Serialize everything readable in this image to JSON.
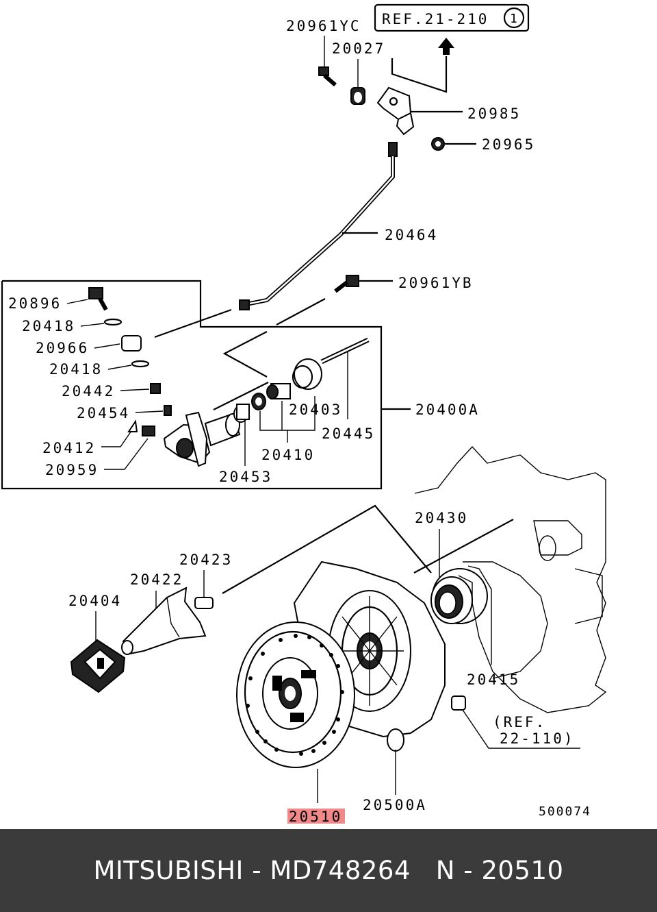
{
  "diagram": {
    "labels": {
      "p20961yc": "20961YC",
      "p20027": "20027",
      "ref_21_210": "REF.21-210",
      "ref_21_210_circle": "1",
      "p20985": "20985",
      "p20965": "20965",
      "p20464": "20464",
      "p20961yb": "20961YB",
      "p20896": "20896",
      "p20418a": "20418",
      "p20966": "20966",
      "p20418b": "20418",
      "p20442": "20442",
      "p20454": "20454",
      "p20412": "20412",
      "p20959": "20959",
      "p20453": "20453",
      "p20410": "20410",
      "p20403": "20403",
      "p20445": "20445",
      "p20400a": "20400A",
      "p20430": "20430",
      "p20423": "20423",
      "p20422": "20422",
      "p20404": "20404",
      "p20415": "20415",
      "ref_22_110_line1": "(REF.",
      "ref_22_110_line2": "22-110)",
      "p20500a": "20500A",
      "p20510": "20510",
      "drawing_number": "500074"
    },
    "highlight_color": "#f08a8a"
  },
  "footer": {
    "text": "MITSUBISHI - MD748264   N - 20510",
    "background": "#3b3b3b",
    "color": "#ffffff"
  }
}
